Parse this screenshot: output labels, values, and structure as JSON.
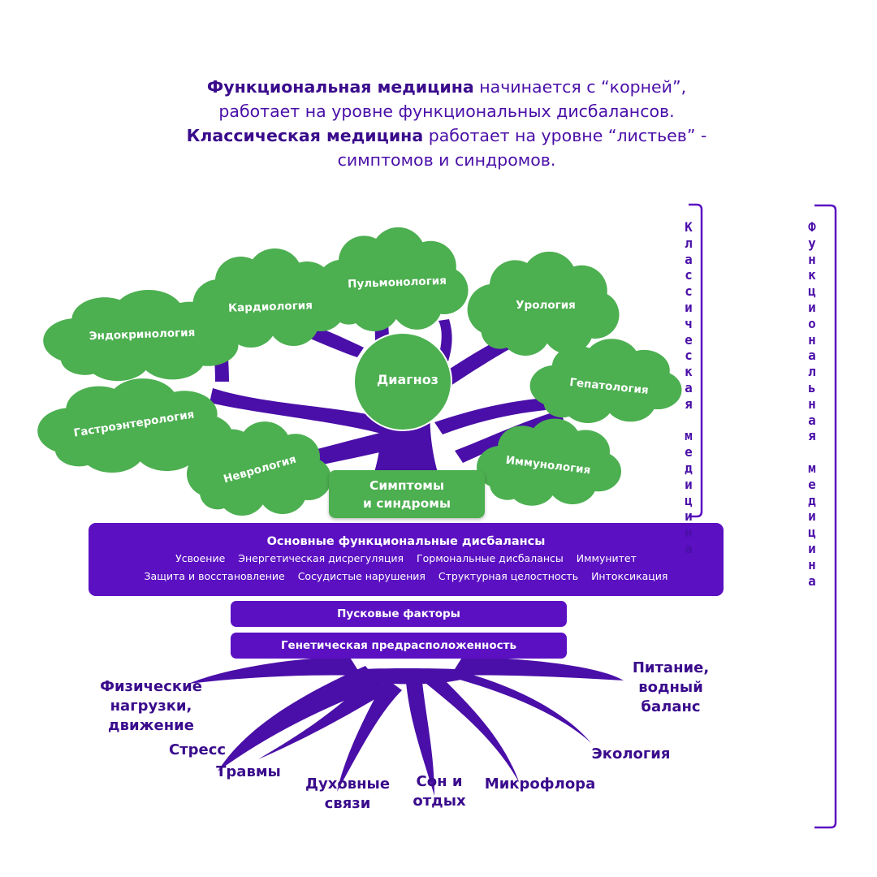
{
  "intro": {
    "line1_bold": "Функциональная медицина",
    "line1_rest": " начинается с “корней”,",
    "line2": "работает на уровне функциональных дисбалансов.",
    "line3_bold": "Классическая медицина",
    "line3_rest": " работает на уровне “листьев” -",
    "line4": "симптомов и синдромов."
  },
  "colors": {
    "purple": "#5b10c2",
    "dark_purple": "#3a0c8c",
    "green": "#4caf50"
  },
  "leaves": {
    "endocrinology": "Эндокринология",
    "cardiology": "Кардиология",
    "pulmonology": "Пульмонология",
    "urology": "Урология",
    "hepatology": "Гепатология",
    "gastroenterology": "Гастроэнтерология",
    "neurology": "Неврология",
    "immunology": "Иммунология"
  },
  "diagnosis": "Диагноз",
  "symptoms": {
    "line1": "Симптомы",
    "line2": "и синдромы"
  },
  "imbalances": {
    "title": "Основные функциональные дисбалансы",
    "row1": [
      "Усвоение",
      "Энергетическая дисрегуляция",
      "Гормональные дисбалансы",
      "Иммунитет"
    ],
    "row2": [
      "Защита и восстановление",
      "Сосудистые нарушения",
      "Структурная целостность",
      "Интоксикация"
    ]
  },
  "triggers": "Пусковые факторы",
  "genetic": "Генетическая предрасположенность",
  "roots": {
    "physical": {
      "l1": "Физические",
      "l2": "нагрузки,",
      "l3": "движение"
    },
    "stress": "Стресс",
    "trauma": "Травмы",
    "spiritual": {
      "l1": "Духовные",
      "l2": "связи"
    },
    "sleep": {
      "l1": "Сон и",
      "l2": "отдых"
    },
    "microflora": "Микрофлора",
    "ecology": "Экология",
    "nutrition": {
      "l1": "Питание,",
      "l2": "водный",
      "l3": "баланс"
    }
  },
  "side_labels": {
    "classical": "Классическая медицина",
    "functional": "Функциональная медицина"
  }
}
